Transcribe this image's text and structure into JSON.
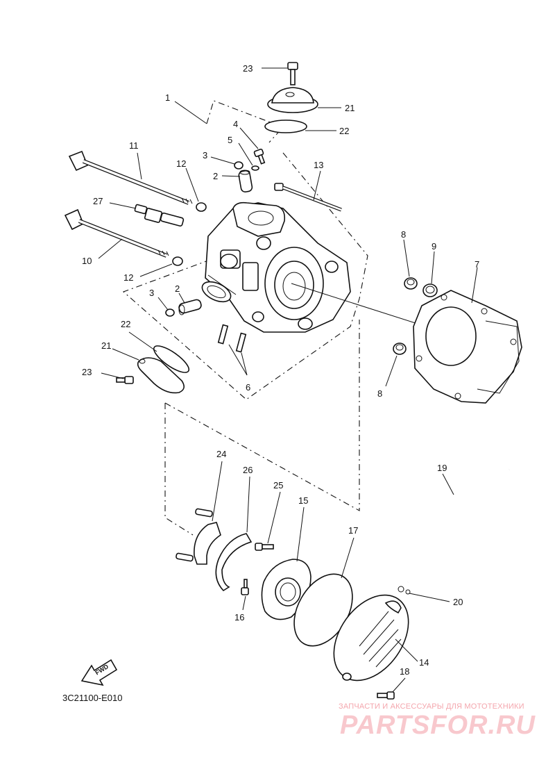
{
  "diagram": {
    "code": "3C21100-E010",
    "fwd_label": "FWD",
    "callouts": [
      {
        "id": "c23a",
        "text": "23"
      },
      {
        "id": "c21a",
        "text": "21"
      },
      {
        "id": "c22a",
        "text": "22"
      },
      {
        "id": "c1",
        "text": "1"
      },
      {
        "id": "c4",
        "text": "4"
      },
      {
        "id": "c5",
        "text": "5"
      },
      {
        "id": "c3a",
        "text": "3"
      },
      {
        "id": "c2a",
        "text": "2"
      },
      {
        "id": "c11",
        "text": "11"
      },
      {
        "id": "c12a",
        "text": "12"
      },
      {
        "id": "c13",
        "text": "13"
      },
      {
        "id": "c27",
        "text": "27"
      },
      {
        "id": "c10",
        "text": "10"
      },
      {
        "id": "c12b",
        "text": "12"
      },
      {
        "id": "c3b",
        "text": "3"
      },
      {
        "id": "c2b",
        "text": "2"
      },
      {
        "id": "c22b",
        "text": "22"
      },
      {
        "id": "c21b",
        "text": "21"
      },
      {
        "id": "c23b",
        "text": "23"
      },
      {
        "id": "c6",
        "text": "6"
      },
      {
        "id": "c8a",
        "text": "8"
      },
      {
        "id": "c9",
        "text": "9"
      },
      {
        "id": "c7",
        "text": "7"
      },
      {
        "id": "c8b",
        "text": "8"
      },
      {
        "id": "c24",
        "text": "24"
      },
      {
        "id": "c26",
        "text": "26"
      },
      {
        "id": "c25",
        "text": "25"
      },
      {
        "id": "c15",
        "text": "15"
      },
      {
        "id": "c17",
        "text": "17"
      },
      {
        "id": "c19",
        "text": "19"
      },
      {
        "id": "c20",
        "text": "20"
      },
      {
        "id": "c16",
        "text": "16"
      },
      {
        "id": "c14",
        "text": "14"
      },
      {
        "id": "c18",
        "text": "18"
      }
    ]
  },
  "watermark": {
    "tagline": "ЗАПЧАСТИ И АКСЕССУАРЫ ДЛЯ МОТОТЕХНИКИ",
    "logo": "PARTSFOR.RU"
  }
}
